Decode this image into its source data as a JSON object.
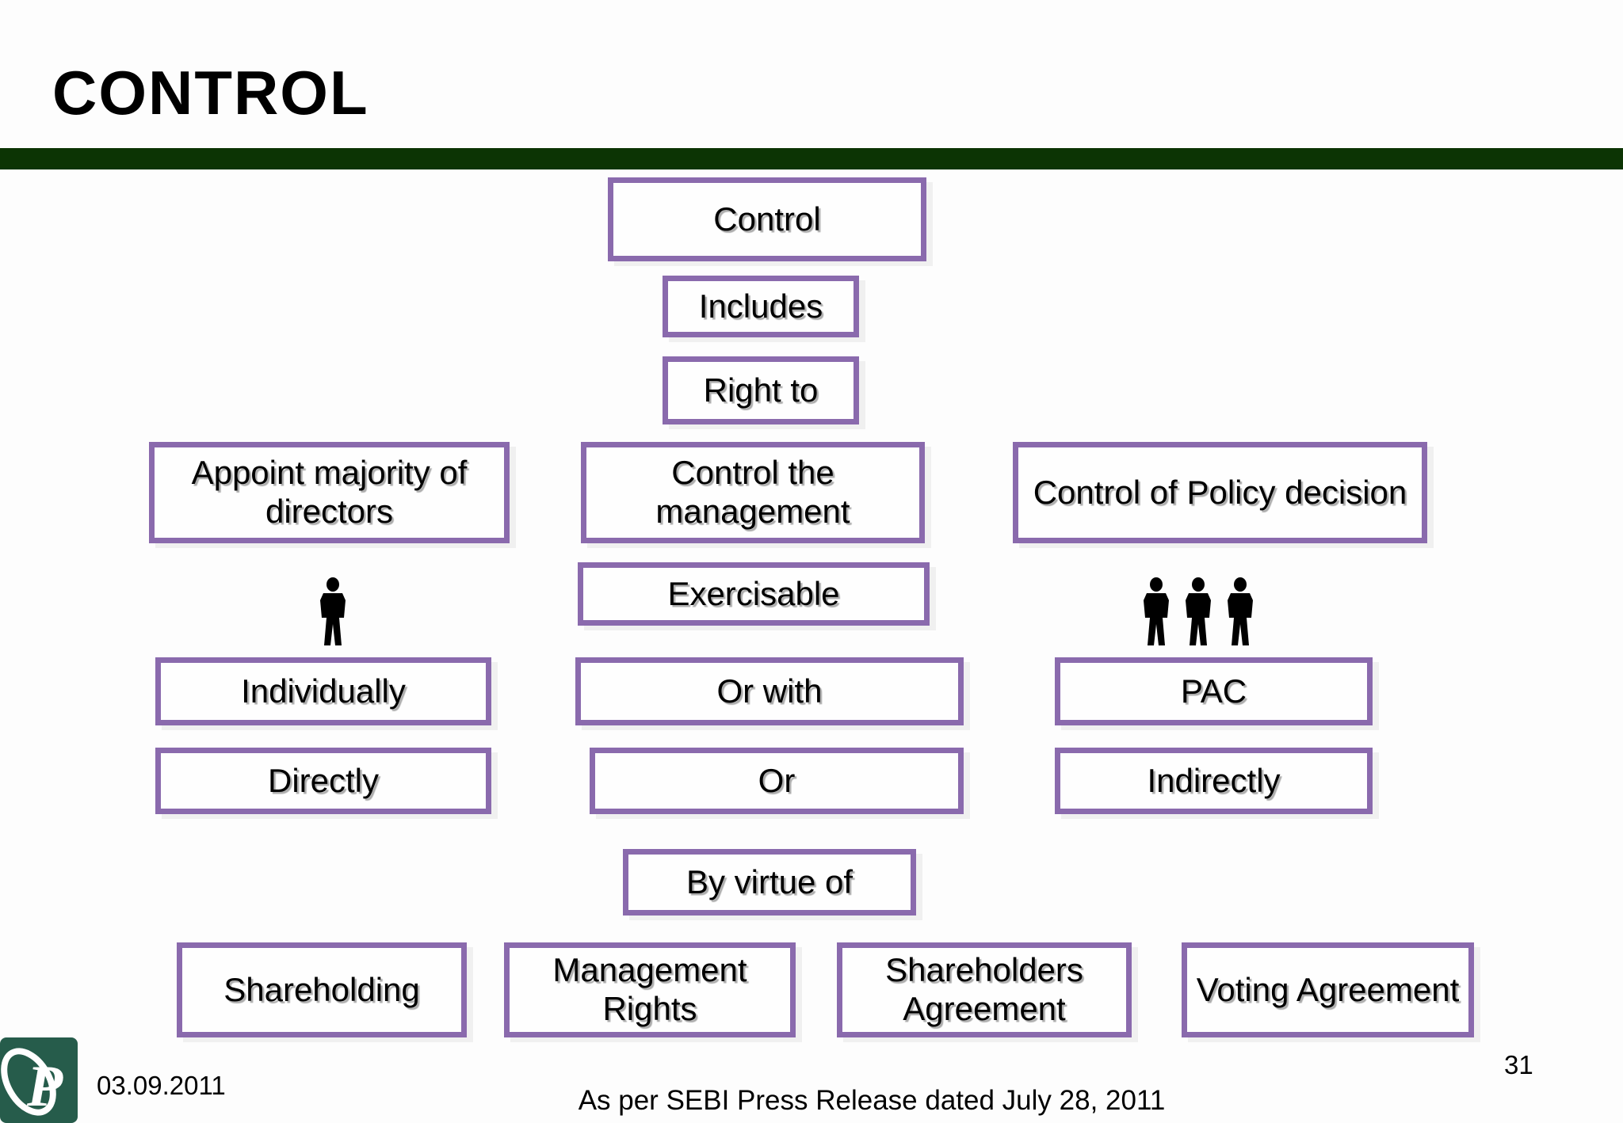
{
  "title": "CONTROL",
  "colors": {
    "header_bar": "#0c3404",
    "box_border": "#8a6aad",
    "logo_green": "#265c4b"
  },
  "nodes": {
    "control": "Control",
    "includes": "Includes",
    "right_to": "Right to",
    "appoint": "Appoint majority of directors",
    "control_mgmt": "Control the management",
    "policy": "Control of Policy decision",
    "exercisable": "Exercisable",
    "individually": "Individually",
    "or_with": "Or with",
    "pac": "PAC",
    "directly": "Directly",
    "or": "Or",
    "indirectly": "Indirectly",
    "by_virtue": "By virtue of",
    "shareholding": "Shareholding",
    "mgmt_rights": "Management Rights",
    "sh_agreement": "Shareholders Agreement",
    "voting": "Voting Agreement"
  },
  "icons": {
    "individual": "person-icon",
    "pac_group": "three-persons-icon"
  },
  "footer": {
    "date": "03.09.2011",
    "note": "As per SEBI Press Release dated July 28, 2011",
    "page_number": "31",
    "logo_letter": "P"
  }
}
